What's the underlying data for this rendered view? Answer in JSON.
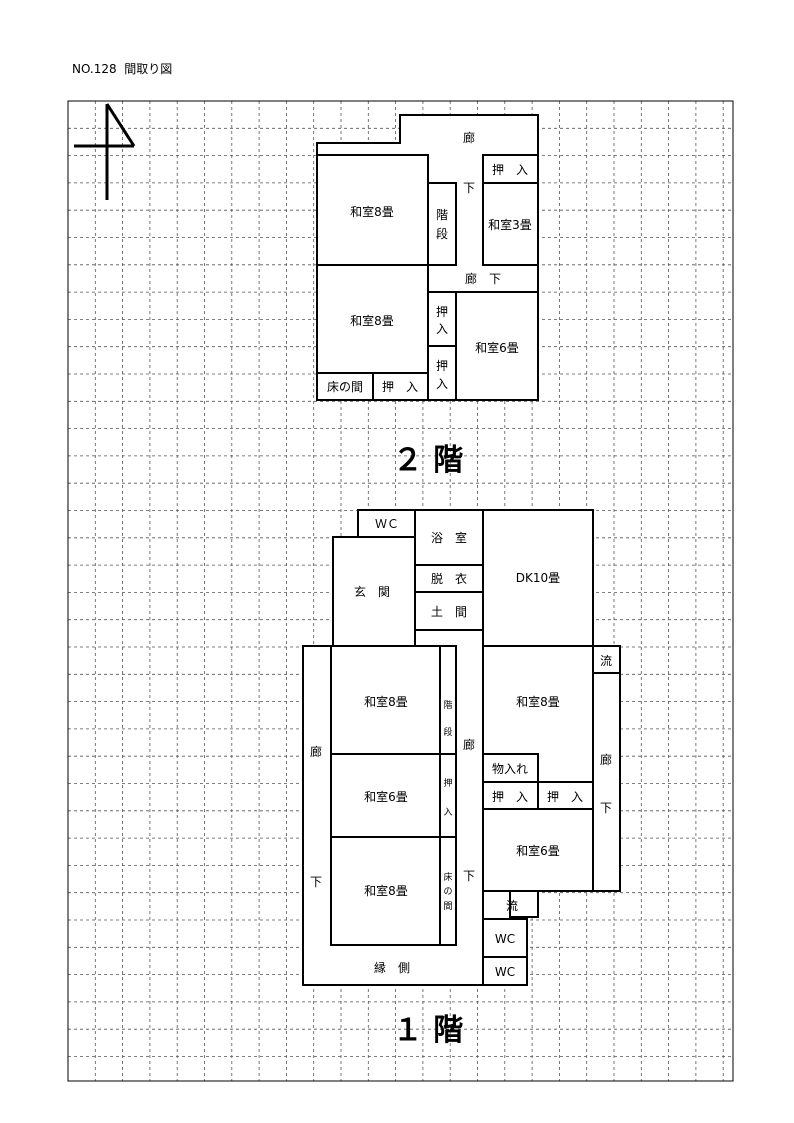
{
  "title": "NO.128  間取り図",
  "colors": {
    "line": "#000000",
    "grid": "#555555",
    "background": "#ffffff"
  },
  "icons": {
    "north": "north-arrow-icon"
  },
  "floor2": {
    "label": "２ 階",
    "rooms": {
      "corridor_top_a": "廊",
      "corridor_top_b": "下",
      "closet_top": "押　入",
      "washitsu_8_upper": "和室8畳",
      "stairs_a": "階",
      "stairs_b": "段",
      "washitsu_3": "和室3畳",
      "corridor_mid": "廊　下",
      "washitsu_8_lower": "和室8畳",
      "closet_left_1a": "押",
      "closet_left_1b": "入",
      "closet_left_2a": "押",
      "closet_left_2b": "入",
      "washitsu_6": "和室6畳",
      "tokonoma": "床の間",
      "closet_bottom": "押　入"
    }
  },
  "floor1": {
    "label": "１ 階",
    "rooms": {
      "wc_top": "ＷＣ",
      "bath": "浴　室",
      "dk": "DK10畳",
      "genkan": "玄　関",
      "dressing": "脱　衣",
      "doma": "土　間",
      "west_corridor_a": "廊",
      "west_corridor_b": "下",
      "washitsu_8_a": "和室8畳",
      "stairs_a": "階",
      "stairs_b": "段",
      "washitsu_6_a": "和室6畳",
      "closet_a": "押",
      "closet_b": "入",
      "washitsu_8_b": "和室8畳",
      "tokonoma_a": "床",
      "tokonoma_b": "の",
      "tokonoma_c": "間",
      "engawa": "縁　側",
      "center_corridor_a": "廊",
      "center_corridor_b": "下",
      "washitsu_8_east": "和室8畳",
      "storage": "物入れ",
      "closet_east_1": "押　入",
      "closet_east_2": "押　入",
      "sink_top": "流",
      "east_corridor_a": "廊",
      "east_corridor_b": "下",
      "washitsu_6_east": "和室6畳",
      "sink_bottom": "流",
      "wc_1": "WC",
      "wc_2": "WC"
    }
  }
}
